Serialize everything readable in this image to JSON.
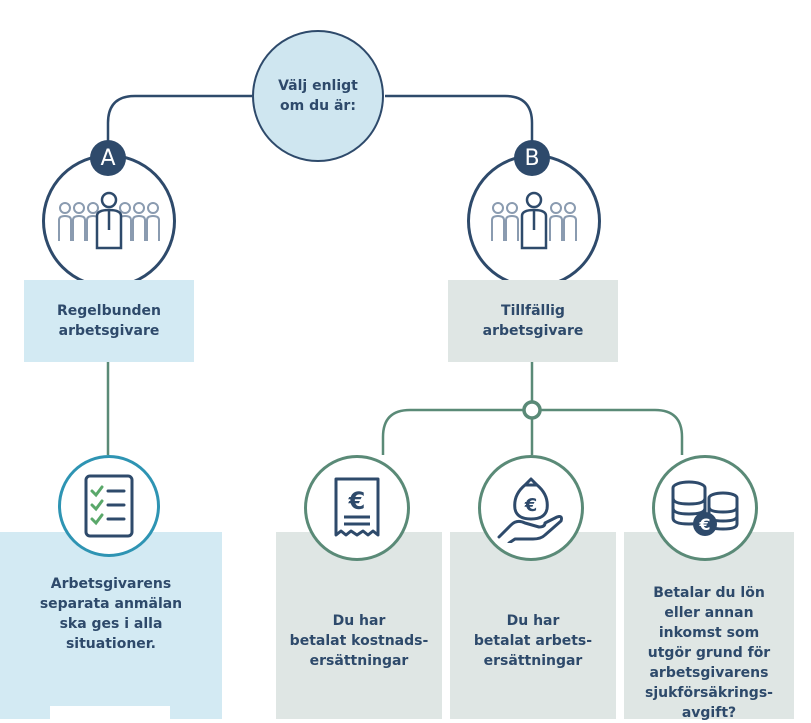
{
  "center": {
    "text": "Välj enligt\nom du är:"
  },
  "branch_a": {
    "badge": "A",
    "box_label": "Regelbunden\narbetsgivare",
    "result_text": "Arbetsgivarens\nseparata anmälan\nska ges i alla\nsituationer."
  },
  "branch_b": {
    "badge": "B",
    "box_label": "Tillfällig\narbetsgivare",
    "options": [
      {
        "text": "Du har\nbetalat kostnads-\nersättningar",
        "icon": "receipt-euro-icon"
      },
      {
        "text": "Du har\nbetalat arbets-\nersättningar",
        "icon": "hand-moneybag-icon"
      },
      {
        "text": "Betalar du lön\neller annan\ninkomst som\nutgör grund för\narbetsgivarens\nsjukförsäkrings-\navgift?",
        "icon": "coins-euro-icon"
      }
    ]
  },
  "colors": {
    "navy": "#2e4a6b",
    "light_blue_box": "#d3eaf3",
    "light_green_box": "#dfe6e4",
    "teal_green": "#5a8a77",
    "light_circle": "#cfe6f0"
  }
}
